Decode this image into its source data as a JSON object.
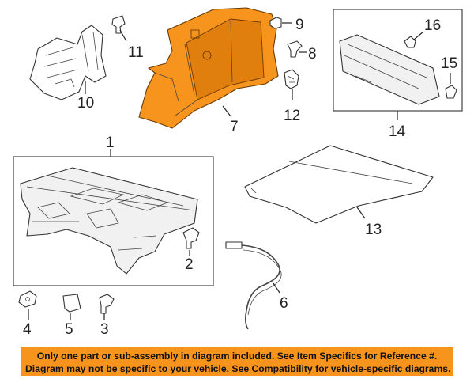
{
  "callouts": {
    "c1": "1",
    "c2": "2",
    "c3": "3",
    "c4": "4",
    "c5": "5",
    "c6": "6",
    "c7": "7",
    "c8": "8",
    "c9": "9",
    "c10": "10",
    "c11": "11",
    "c12": "12",
    "c13": "13",
    "c14": "14",
    "c15": "15",
    "c16": "16"
  },
  "disclaimer": {
    "line1": "Only one part or sub-assembly in diagram included. See Item Specifics for Reference #.",
    "line2": "Diagram may not be specific to your vehicle. See Compatibility for vehicle-specific diagrams."
  },
  "colors": {
    "highlight": "#f7941d",
    "banner": "#f7941d"
  }
}
